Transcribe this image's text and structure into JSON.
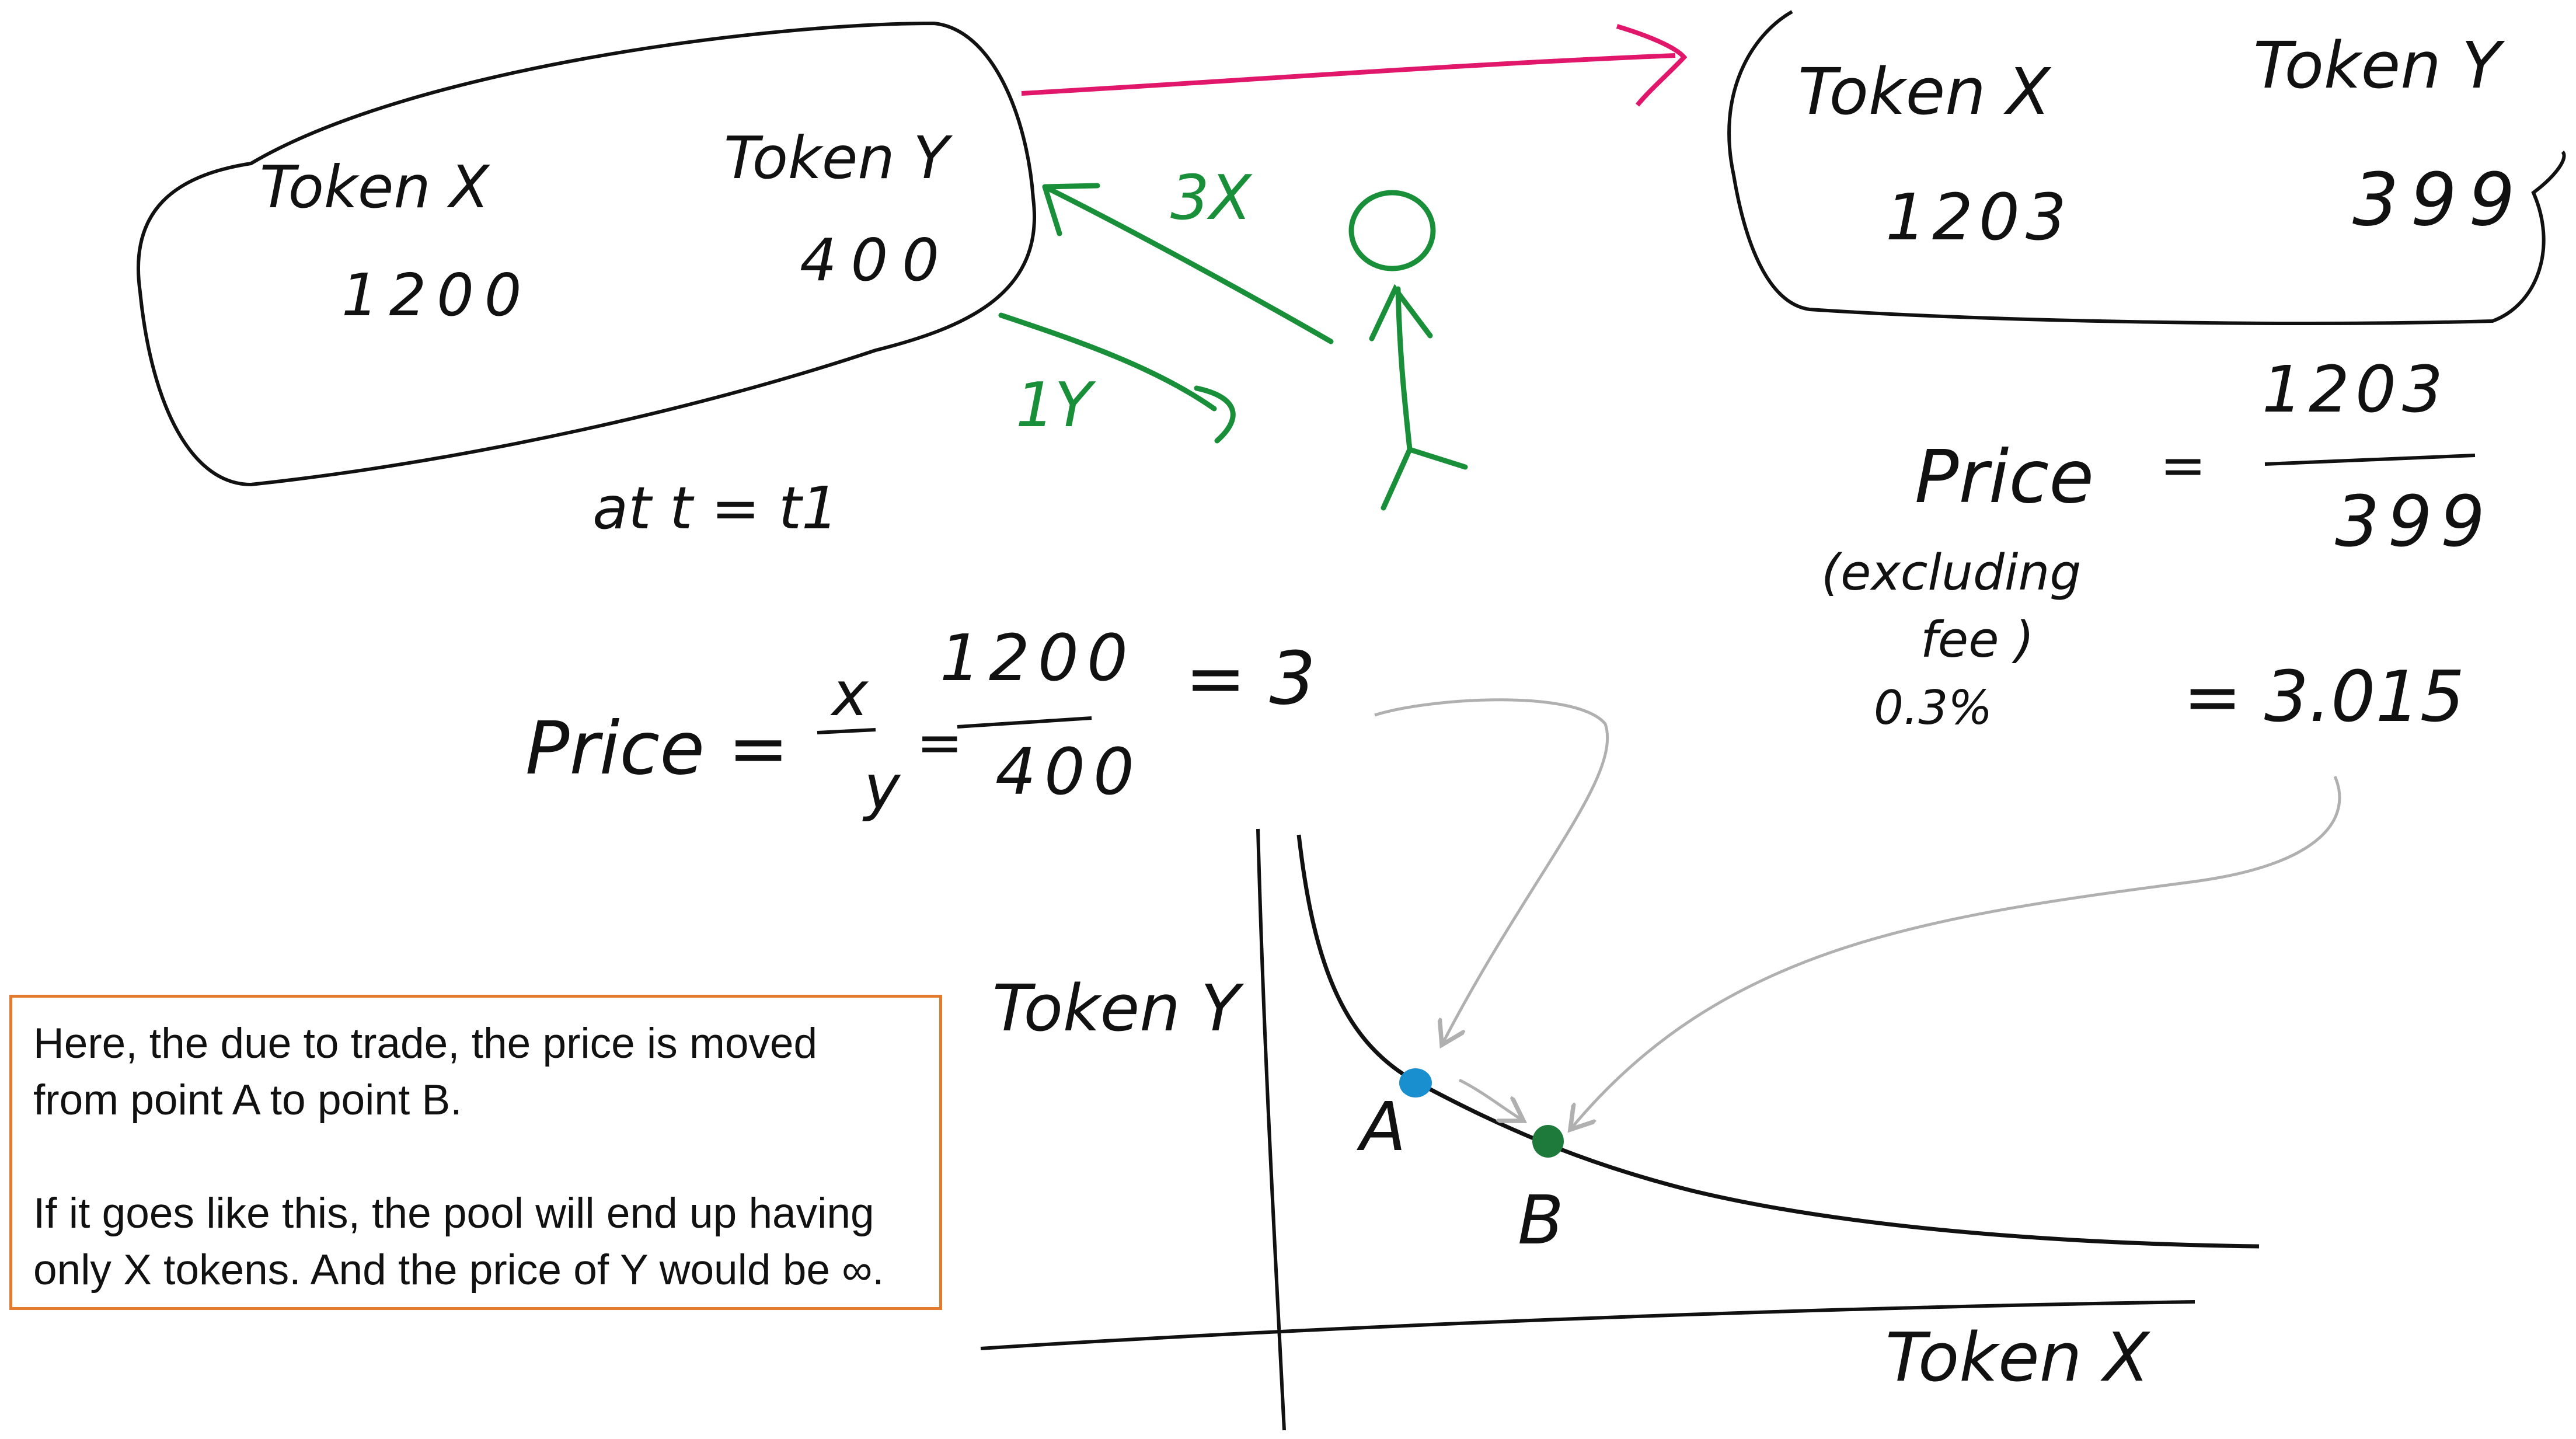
{
  "pool_before": {
    "token_x_label": "Token X",
    "token_y_label": "Token Y",
    "token_x_amount": "1200",
    "token_y_amount": "400",
    "time_label": "at t = t1"
  },
  "pool_after": {
    "token_x_label": "Token X",
    "token_y_label": "Token Y",
    "token_x_amount": "1203",
    "token_y_amount": "399"
  },
  "trade": {
    "deposit_label": "3X",
    "withdraw_label": "1Y"
  },
  "price_before": {
    "prefix": "Price =",
    "ratio_top": "x",
    "ratio_bottom": "y",
    "equals": "=",
    "numerator": "1200",
    "denominator": "400",
    "result": "= 3"
  },
  "price_after": {
    "label": "Price",
    "equals": "=",
    "note_line1": "(excluding",
    "note_line2": "fee )",
    "note_line3": "0.3%",
    "numerator": "1203",
    "denominator": "399",
    "result": "= 3.015"
  },
  "curve_graph": {
    "y_axis_label": "Token Y",
    "x_axis_label": "Token X",
    "point_a_label": "A",
    "point_b_label": "B",
    "point_a_color": "#1a8fd0",
    "point_b_color": "#1e7a3a"
  },
  "colors": {
    "ink": "#111111",
    "trader_green": "#1a8f3a",
    "transition_arrow": "#e0176b",
    "pointer_gray": "#b0b0b0",
    "note_border": "#e27b2e"
  },
  "note": {
    "line1": "Here, the due to trade, the price is moved",
    "line2": "from point A to point B.",
    "line3": "If it goes like this, the pool will end up having",
    "line4": "only X tokens. And the price of Y would be ∞."
  }
}
